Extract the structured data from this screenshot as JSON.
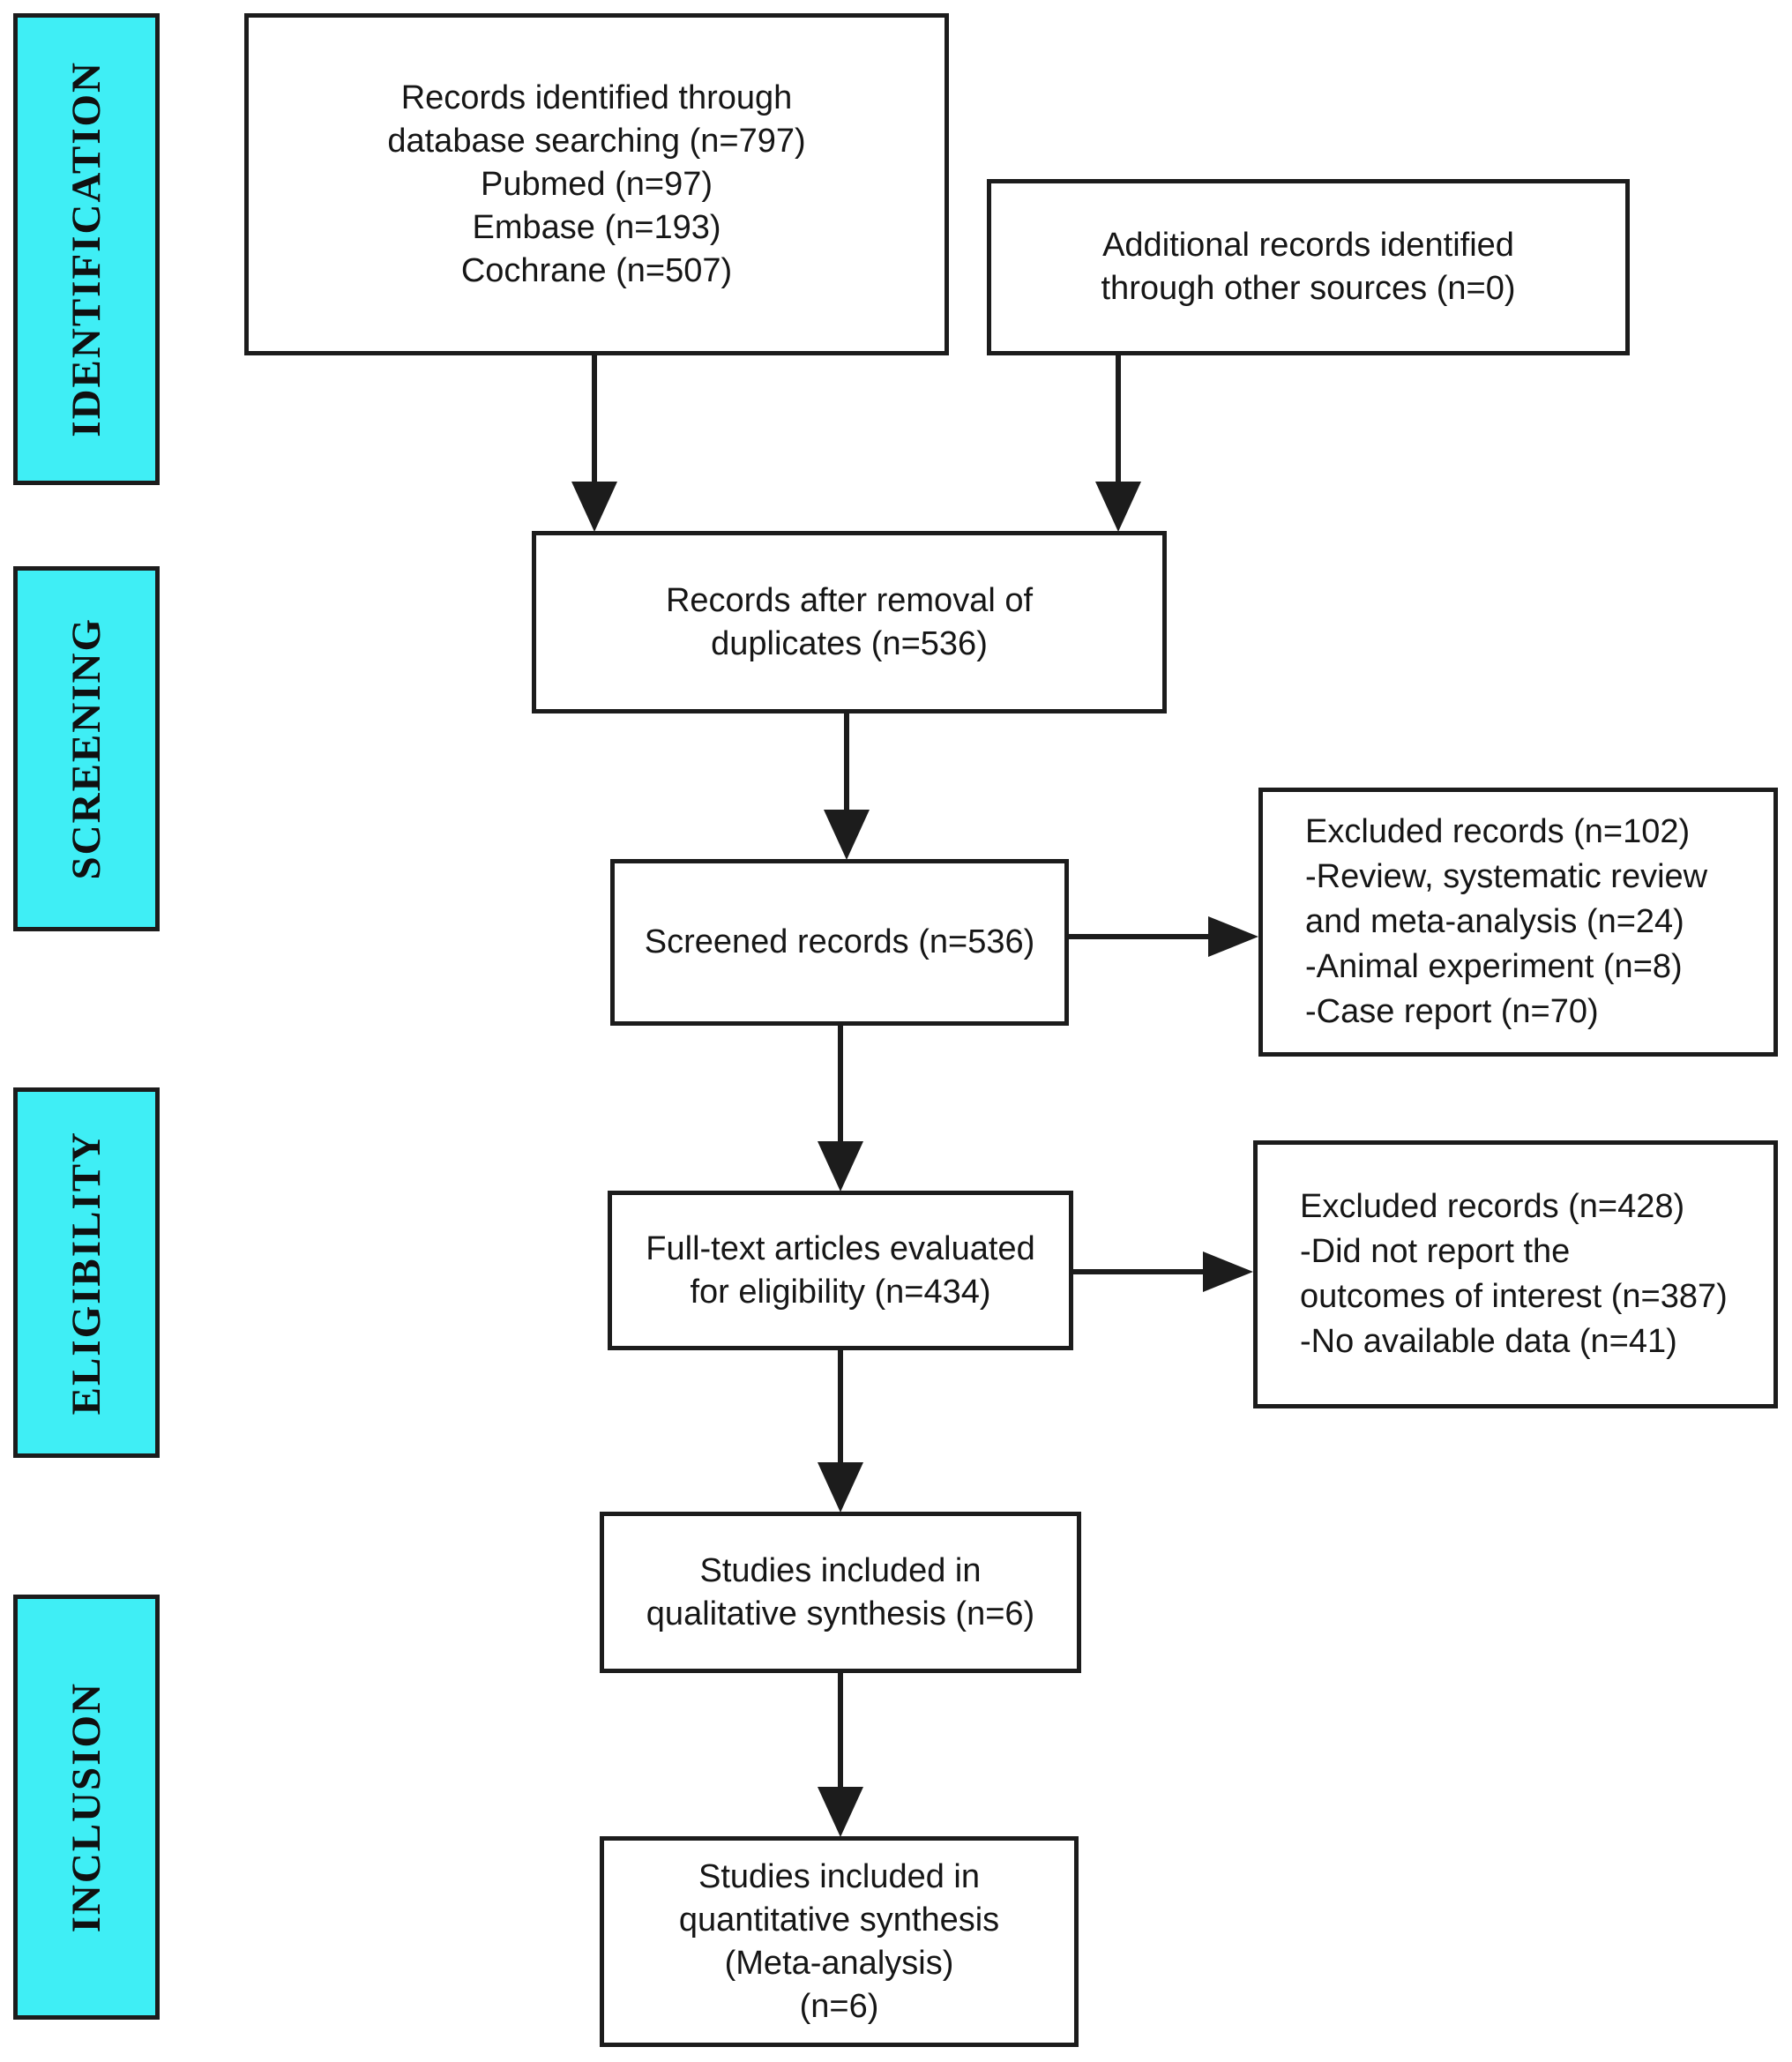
{
  "diagram": {
    "type": "prisma-flow",
    "colors": {
      "stage_fill": "#3feef5",
      "border": "#1c1c1c",
      "background": "#ffffff",
      "text": "#161616"
    },
    "stages": {
      "identification": {
        "label": "IDENTIFICATION"
      },
      "screening": {
        "label": "SCREENING"
      },
      "eligibility": {
        "label": "ELIGIBILITY"
      },
      "inclusion": {
        "label": "INCLUSION"
      }
    },
    "boxes": {
      "records_identified": {
        "lines": {
          "0": "Records identified through",
          "1": "database searching (n=797)",
          "2": "Pubmed (n=97)",
          "3": "Embase (n=193)",
          "4": "Cochrane (n=507)"
        }
      },
      "additional_records": {
        "lines": {
          "0": "Additional records identified",
          "1": "through other sources (n=0)"
        }
      },
      "after_duplicates": {
        "lines": {
          "0": "Records after removal of",
          "1": "duplicates (n=536)"
        }
      },
      "screened": {
        "lines": {
          "0": "Screened records (n=536)"
        }
      },
      "excluded_screening": {
        "lines": {
          "0": "Excluded records (n=102)",
          "1": "-Review, systematic review",
          "2": "and meta-analysis (n=24)",
          "3": "-Animal experiment (n=8)",
          "4": "-Case report (n=70)"
        }
      },
      "fulltext": {
        "lines": {
          "0": "Full-text articles evaluated",
          "1": "for eligibility (n=434)"
        }
      },
      "excluded_fulltext": {
        "lines": {
          "0": "Excluded records (n=428)",
          "1": "-Did not report the",
          "2": "outcomes of interest (n=387)",
          "3": "-No available data (n=41)"
        }
      },
      "qualitative": {
        "lines": {
          "0": "Studies included in",
          "1": "qualitative synthesis (n=6)"
        }
      },
      "quantitative": {
        "lines": {
          "0": "Studies included in",
          "1": "quantitative synthesis",
          "2": "(Meta-analysis)",
          "3": "(n=6)"
        }
      }
    }
  }
}
